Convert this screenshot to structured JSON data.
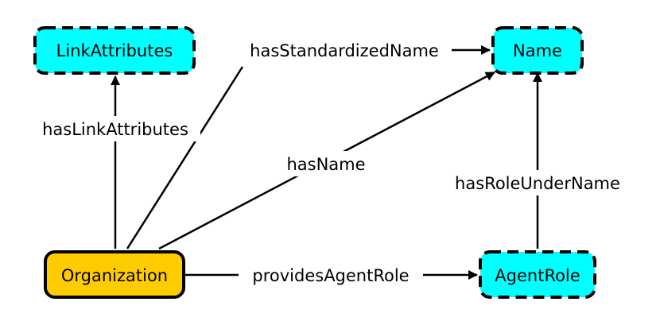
{
  "nodes": {
    "link_attributes": {
      "label": "LinkAttributes",
      "fill": "#00ffff",
      "style": "dashed"
    },
    "name": {
      "label": "Name",
      "fill": "#00ffff",
      "style": "dashed"
    },
    "organization": {
      "label": "Organization",
      "fill": "#ffcc00",
      "style": "solid"
    },
    "agent_role": {
      "label": "AgentRole",
      "fill": "#00ffff",
      "style": "dashed"
    }
  },
  "edges": {
    "has_link_attributes": {
      "label": "hasLinkAttributes",
      "from": "Organization",
      "to": "LinkAttributes"
    },
    "has_standardized_name": {
      "label": "hasStandardizedName",
      "from": "Organization",
      "to": "Name"
    },
    "has_name": {
      "label": "hasName",
      "from": "Organization",
      "to": "Name"
    },
    "has_role_under_name": {
      "label": "hasRoleUnderName",
      "from": "AgentRole",
      "to": "Name"
    },
    "provides_agent_role": {
      "label": "providesAgentRole",
      "from": "Organization",
      "to": "AgentRole"
    }
  },
  "colors": {
    "class_fill": "#00ffff",
    "focus_fill": "#ffcc00",
    "stroke": "#000000"
  }
}
